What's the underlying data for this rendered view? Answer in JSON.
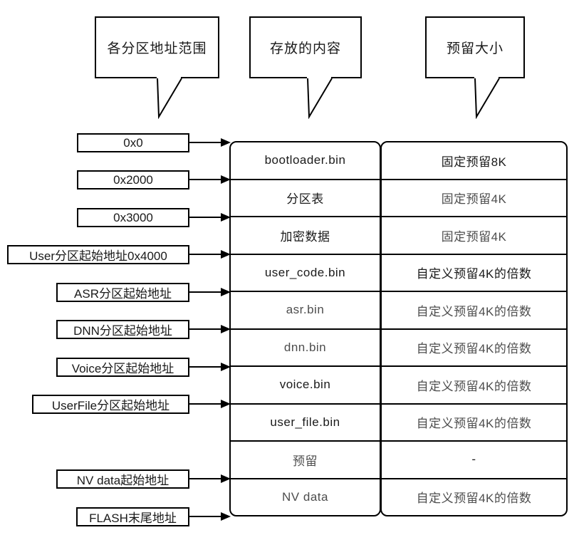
{
  "callouts": [
    {
      "label": "各分区地址范围"
    },
    {
      "label": "存放的内容"
    },
    {
      "label": "预留大小"
    }
  ],
  "address_labels": [
    {
      "text": "0x0"
    },
    {
      "text": "0x2000"
    },
    {
      "text": "0x3000"
    },
    {
      "text": "User分区起始地址0x4000"
    },
    {
      "text": "ASR分区起始地址"
    },
    {
      "text": "DNN分区起始地址"
    },
    {
      "text": "Voice分区起始地址"
    },
    {
      "text": "UserFile分区起始地址"
    },
    {
      "text": "NV data起始地址"
    },
    {
      "text": "FLASH末尾地址"
    }
  ],
  "table": {
    "columns": [
      "存放的内容",
      "预留大小"
    ],
    "rows": [
      {
        "content": "bootloader.bin",
        "size": "固定预留8K",
        "content_muted": false,
        "size_muted": false
      },
      {
        "content": "分区表",
        "size": "固定预留4K",
        "content_muted": false,
        "size_muted": true
      },
      {
        "content": "加密数据",
        "size": "固定预留4K",
        "content_muted": false,
        "size_muted": true
      },
      {
        "content": "user_code.bin",
        "size": "自定义预留4K的倍数",
        "content_muted": false,
        "size_muted": false
      },
      {
        "content": "asr.bin",
        "size": "自定义预留4K的倍数",
        "content_muted": true,
        "size_muted": true
      },
      {
        "content": "dnn.bin",
        "size": "自定义预留4K的倍数",
        "content_muted": true,
        "size_muted": true
      },
      {
        "content": "voice.bin",
        "size": "自定义预留4K的倍数",
        "content_muted": false,
        "size_muted": true
      },
      {
        "content": "user_file.bin",
        "size": "自定义预留4K的倍数",
        "content_muted": false,
        "size_muted": true
      },
      {
        "content": "预留",
        "size": "-",
        "content_muted": true,
        "size_muted": false
      },
      {
        "content": "NV data",
        "size": "自定义预留4K的倍数",
        "content_muted": true,
        "size_muted": true
      }
    ]
  },
  "colors": {
    "ink": "#1a1a1a",
    "muted": "#4d4d4d",
    "line": "#000000",
    "background": "#ffffff"
  }
}
